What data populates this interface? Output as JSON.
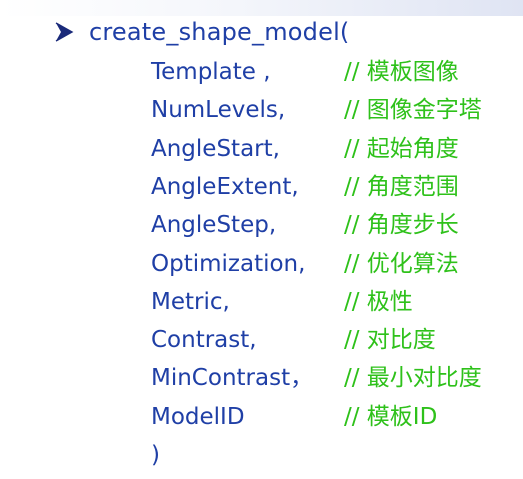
{
  "function_call": "create_shape_model(",
  "closing": ")",
  "params": [
    {
      "name": "Template ,",
      "comment": "// 模板图像"
    },
    {
      "name": "NumLevels,",
      "comment": "// 图像金字塔"
    },
    {
      "name": "AngleStart,",
      "comment": "// 起始角度"
    },
    {
      "name": "AngleExtent,",
      "comment": "// 角度范围"
    },
    {
      "name": "AngleStep,",
      "comment": "// 角度步长"
    },
    {
      "name": "Optimization,",
      "comment": "// 优化算法"
    },
    {
      "name": "Metric,",
      "comment": "// 极性"
    },
    {
      "name": "Contrast,",
      "comment": "// 对比度"
    },
    {
      "name": "MinContrast，",
      "comment": "// 最小对比度"
    },
    {
      "name": "ModelID",
      "comment": "// 模板ID"
    }
  ],
  "colors": {
    "code": "#1f3fa6",
    "comment": "#2ec11a",
    "bullet": "#1a2a7a"
  },
  "icons": {
    "bullet": "arrow-bullet-icon"
  }
}
